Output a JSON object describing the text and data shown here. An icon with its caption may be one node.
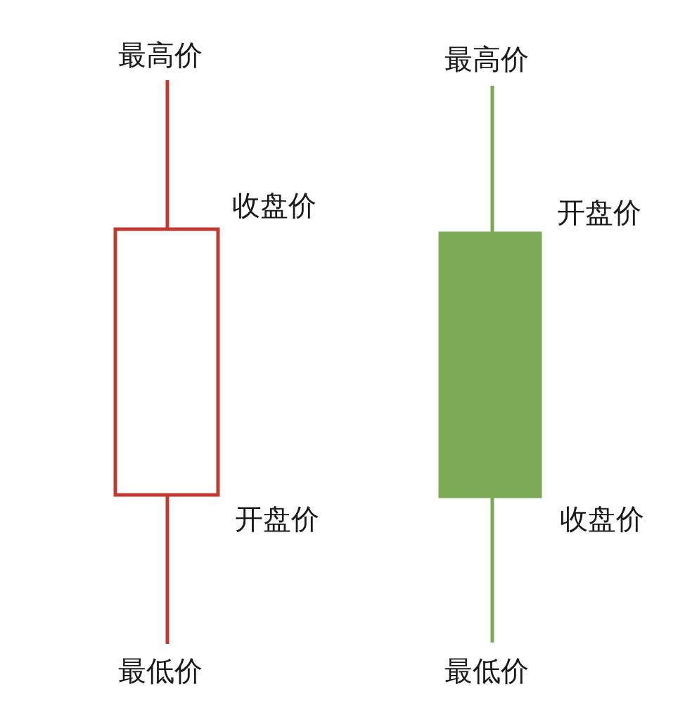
{
  "diagram": {
    "labels": [
      "最高价",
      "最高价",
      "收盘价",
      "开盘价",
      "开盘价",
      "收盘价",
      "最低价",
      "最低价"
    ]
  }
}
